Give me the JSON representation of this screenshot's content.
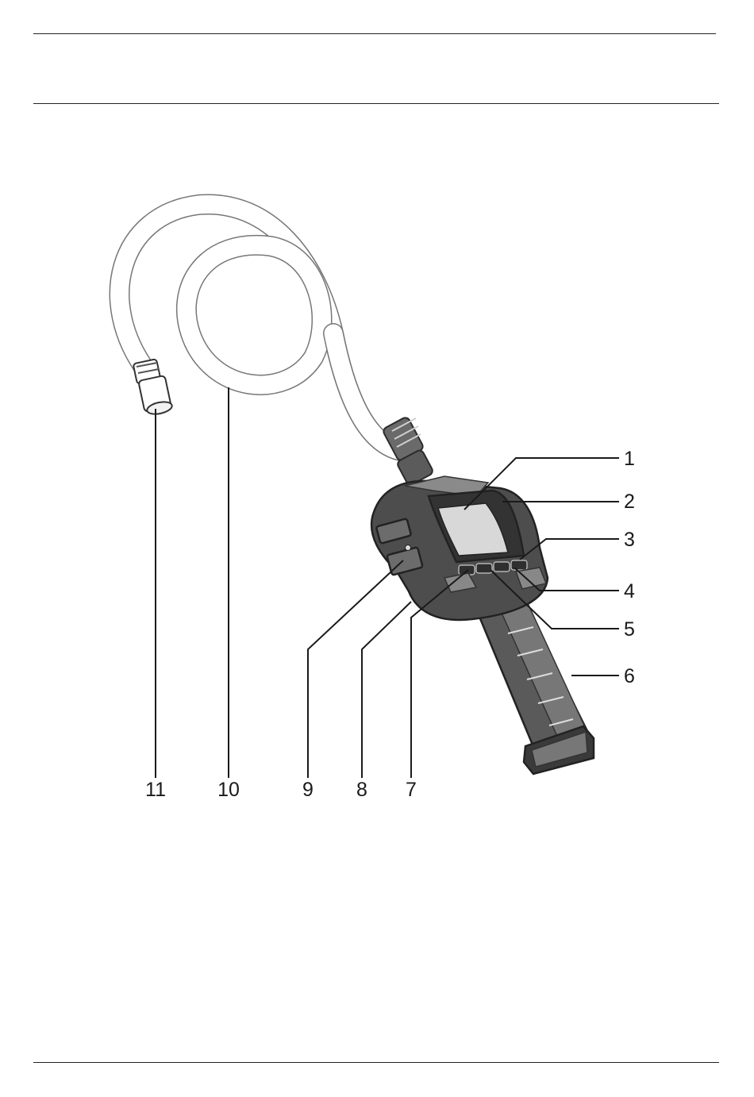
{
  "callouts": [
    {
      "id": "1",
      "label": "1"
    },
    {
      "id": "2",
      "label": "2"
    },
    {
      "id": "3",
      "label": "3"
    },
    {
      "id": "4",
      "label": "4"
    },
    {
      "id": "5",
      "label": "5"
    },
    {
      "id": "6",
      "label": "6"
    },
    {
      "id": "7",
      "label": "7"
    },
    {
      "id": "8",
      "label": "8"
    },
    {
      "id": "9",
      "label": "9"
    },
    {
      "id": "10",
      "label": "10"
    },
    {
      "id": "11",
      "label": "11"
    }
  ],
  "colors": {
    "line": "#1a1a1a",
    "device_body": "#5a5a5a",
    "device_dark": "#2e2e2e",
    "cable_fill": "#ffffff"
  }
}
